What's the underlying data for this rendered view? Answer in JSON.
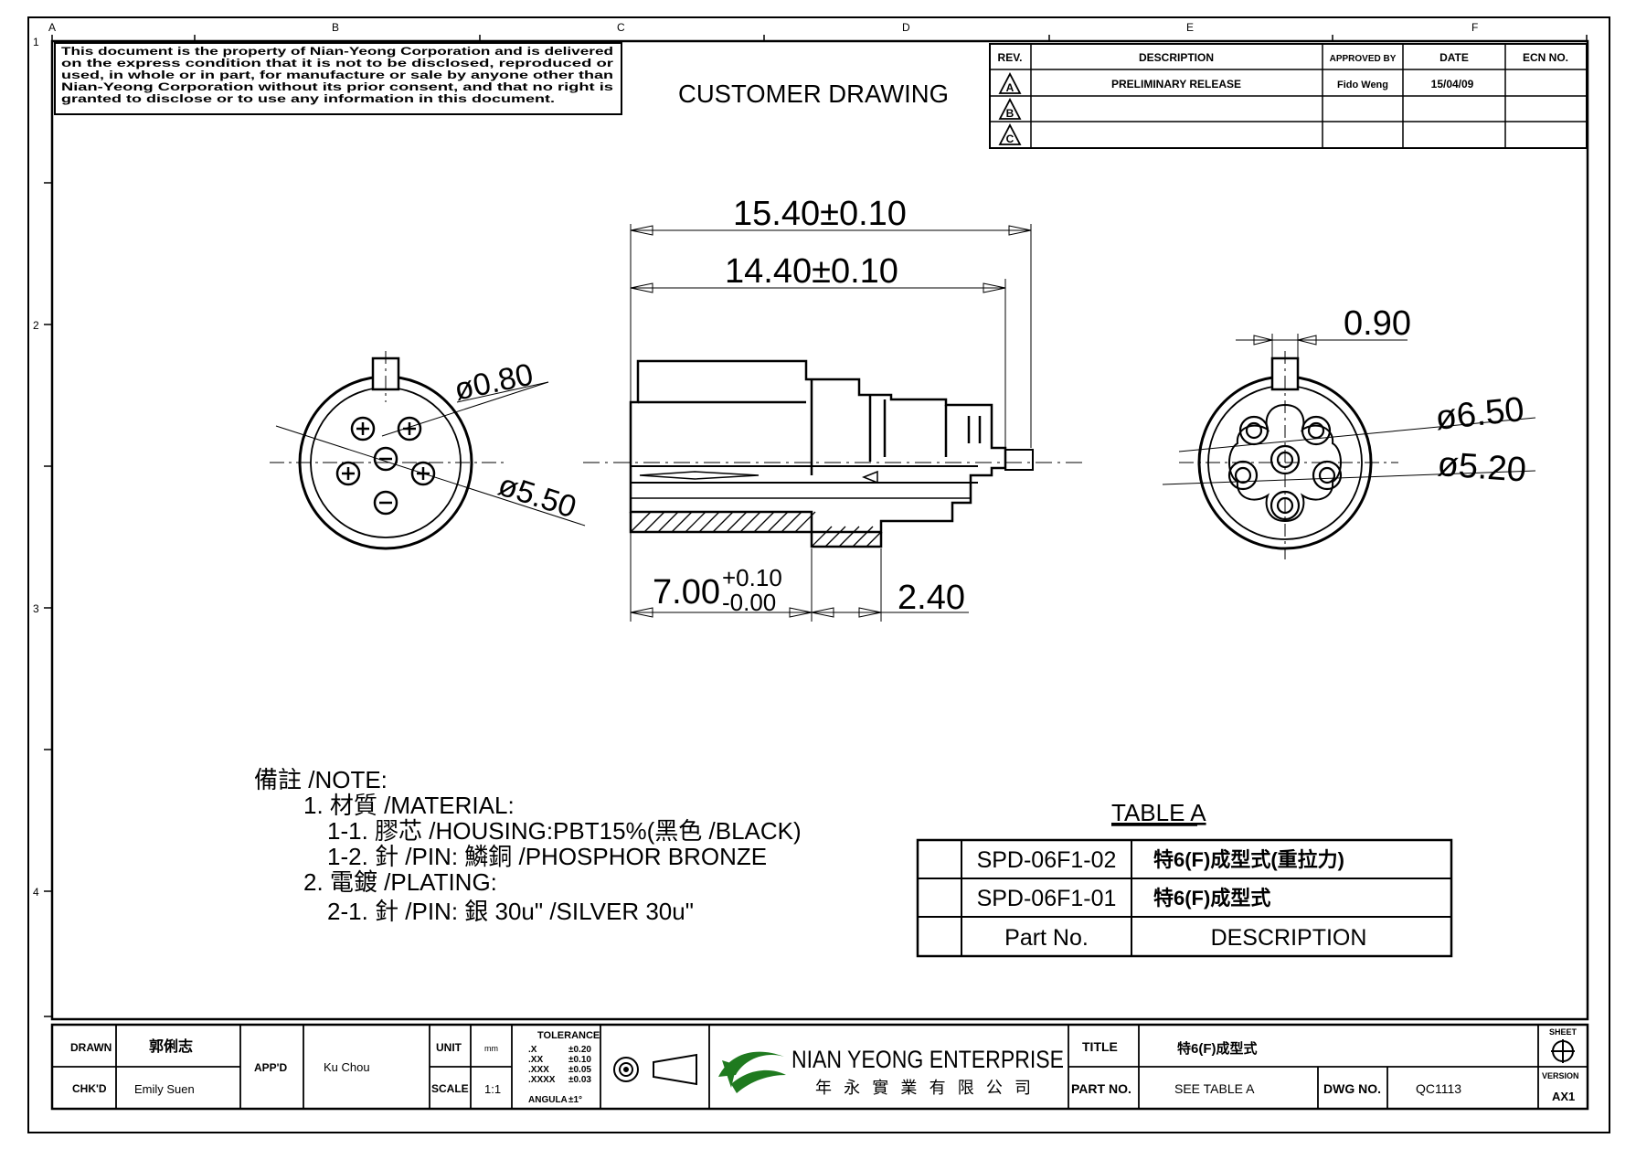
{
  "header": {
    "disclaimer": [
      "This document is the property of Nian-Yeong Corporation and is delivered",
      "on   the   express  condition  that  it  is  not  to  be  disclosed,  reproduced  or",
      "used,  in  whole  or  in  part,  for  manufacture  or  sale  by  anyone  other  than",
      "Nian-Yeong  Corporation  without   its  prior  consent,  and  that   no  right   is",
      "granted  to  disclose  or  to  use  any  information  in  this   document."
    ],
    "drawing_title": "CUSTOMER  DRAWING"
  },
  "grid": {
    "columns": [
      "A",
      "B",
      "C",
      "D",
      "E",
      "F"
    ],
    "rows": [
      "1",
      "2",
      "3",
      "4"
    ]
  },
  "revision": {
    "headers": [
      "REV.",
      "DESCRIPTION",
      "APPROVED BY",
      "DATE",
      "ECN NO."
    ],
    "rows": [
      {
        "rev": "A",
        "description": "PRELIMINARY RELEASE",
        "approved_by": "Fido Weng",
        "date": "15/04/09",
        "ecn": ""
      },
      {
        "rev": "B",
        "description": "",
        "approved_by": "",
        "date": "",
        "ecn": ""
      },
      {
        "rev": "C",
        "description": "",
        "approved_by": "",
        "date": "",
        "ecn": ""
      }
    ]
  },
  "dimensions": {
    "overall_length": "15.40±0.10",
    "body_length": "14.40±0.10",
    "flange_base": "7.00",
    "flange_tol_plus": "+0.10",
    "flange_tol_minus": "-0.00",
    "flange_width": "2.40",
    "pin_diameter": "ø0.80",
    "pin_circle": "ø5.50",
    "key_width": "0.90",
    "outer_diameter": "ø6.50",
    "inner_diameter": "ø5.20"
  },
  "notes": {
    "title": "備註 /NOTE:",
    "lines": [
      "1. 材質 /MATERIAL:",
      "1-1.  膠芯 /HOUSING:PBT15%(黑色 /BLACK)",
      "1-2.  針 /PIN: 鱗銅 /PHOSPHOR  BRONZE",
      "2. 電鍍 /PLATING:",
      "2-1. 針 /PIN: 銀 30u\" /SILVER  30u\""
    ]
  },
  "table_a": {
    "title": "TABLE  A",
    "rows": [
      {
        "part": "SPD-06F1-02",
        "description": "特6(F)成型式(重拉力)"
      },
      {
        "part": "SPD-06F1-01",
        "description": "特6(F)成型式"
      }
    ],
    "header_part": "Part  No.",
    "header_description": "DESCRIPTION"
  },
  "title_block": {
    "drawn_label": "DRAWN",
    "drawn_value": "郭俐志",
    "chkd_label": "CHK'D",
    "chkd_value": "Emily Suen",
    "appd_label": "APP'D",
    "appd_value": "Ku Chou",
    "unit_label": "UNIT",
    "unit_value": "mm",
    "scale_label": "SCALE",
    "scale_value": "1:1",
    "tolerance_title": "TOLERANCE",
    "tolerance_rows": [
      {
        "k": ".X",
        "v": "±0.20"
      },
      {
        "k": ".XX",
        "v": "±0.10"
      },
      {
        "k": ".XXX",
        "v": "±0.05"
      },
      {
        "k": ".XXXX",
        "v": "±0.03"
      },
      {
        "k": "ANGULA",
        "v": "±1°"
      }
    ],
    "company_name": "NIAN YEONG ENTERPRISE",
    "company_chinese": "年 永 實 業 有 限 公 司",
    "title_label": "TITLE",
    "title_value": "特6(F)成型式",
    "part_no_label": "PART NO.",
    "part_no_value": "SEE TABLE A",
    "dwg_no_label": "DWG NO.",
    "dwg_no_value": "QC1113",
    "sheet_label": "SHEET",
    "version_label": "VERSION",
    "version_value": "AX1"
  }
}
